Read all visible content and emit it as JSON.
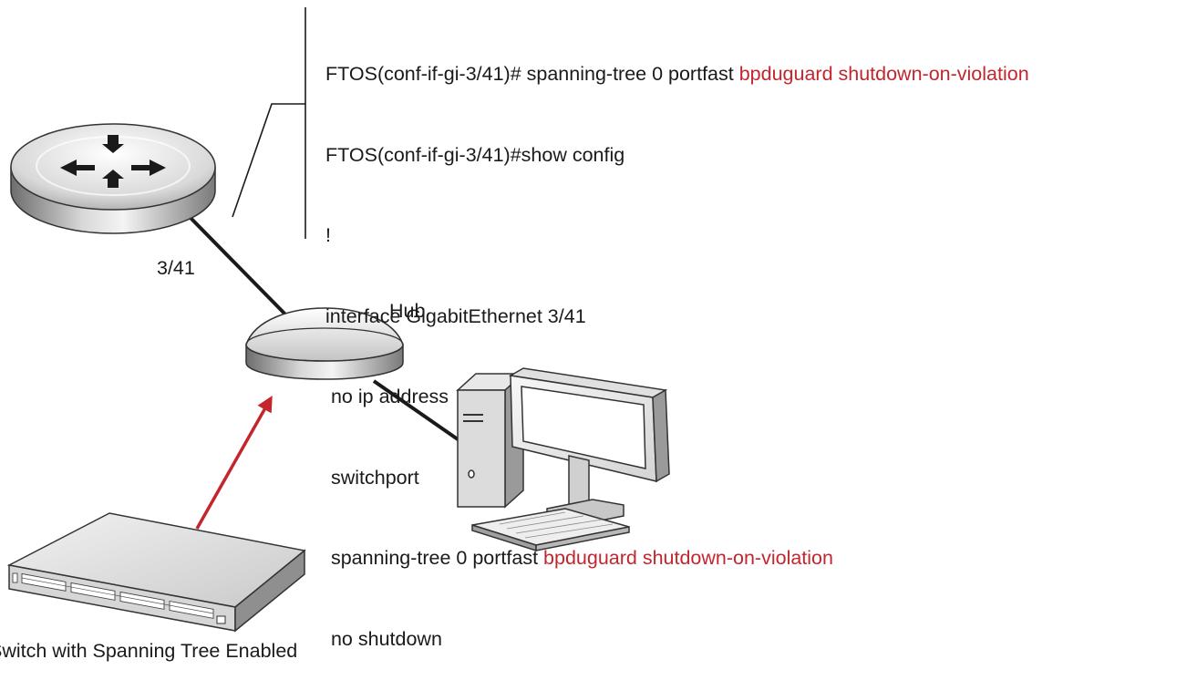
{
  "config": {
    "cmd_prefix": "FTOS(conf-if-gi-3/41)# spanning-tree 0 portfast ",
    "cmd_highlight": "bpduguard shutdown-on-violation",
    "show_config": "FTOS(conf-if-gi-3/41)#show config",
    "bang": "!",
    "interface": "interface GigabitEthernet 3/41",
    "no_ip": " no ip address",
    "switchport": " switchport",
    "stp_prefix": " spanning-tree 0 portfast ",
    "stp_highlight": "bpduguard shutdown-on-violation",
    "no_shutdown": " no shutdown"
  },
  "labels": {
    "port": "3/41",
    "hub": "Hub",
    "switch": "Switch with Spanning Tree Enabled"
  },
  "colors": {
    "highlight": "#c4262e",
    "arrow": "#c4262e",
    "link": "#1a1a1a"
  },
  "icons": [
    "router-icon",
    "hub-icon",
    "computer-icon",
    "switch-icon"
  ]
}
